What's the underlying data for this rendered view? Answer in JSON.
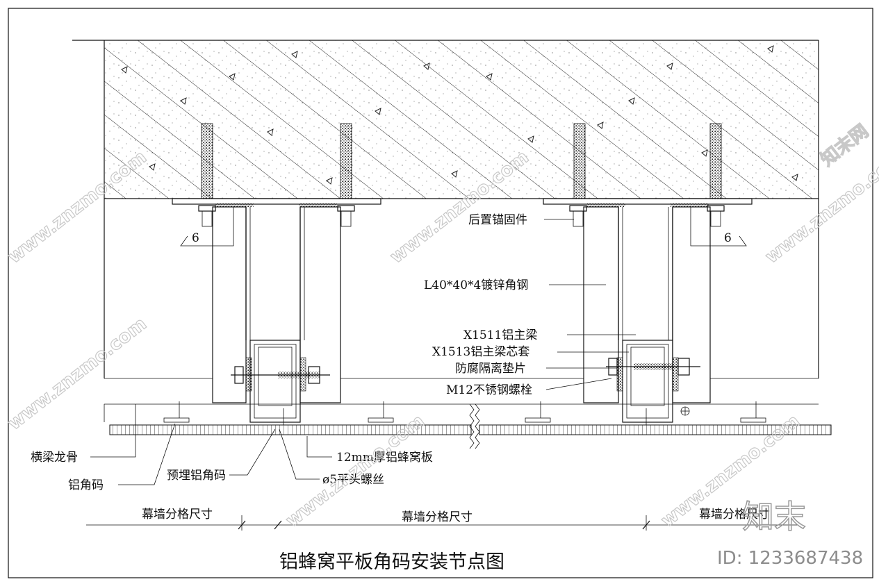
{
  "title": "铝蜂窝平板角码安装节点图",
  "labels": {
    "anchor": "后置锚固件",
    "angle_steel": "L40*40*4镀锌角钢",
    "main_beam": "X1511铝主梁",
    "beam_sleeve": "X1513铝主梁芯套",
    "spacer": "防腐隔离垫片",
    "bolt": "M12不锈钢螺栓",
    "honeycomb_panel": "12mm厚铝蜂窝板",
    "screw": "ø5平头螺丝",
    "embedded_angle": "预埋铝角码",
    "transom": "横梁龙骨",
    "angle_clip": "铝角码"
  },
  "weld_size_left": "6",
  "weld_size_right": "6",
  "dimensions": {
    "left": "幕墙分格尺寸",
    "center": "幕墙分格尺寸",
    "right": "幕墙分格尺寸"
  },
  "watermark": {
    "site": "www.znzmo.com",
    "brand": "知末网",
    "logo": "知末",
    "id_text": "ID: 1233687438"
  },
  "colors": {
    "line": "#111111",
    "watermark": "#c8c8c8",
    "id_text": "#8c8c8c"
  }
}
